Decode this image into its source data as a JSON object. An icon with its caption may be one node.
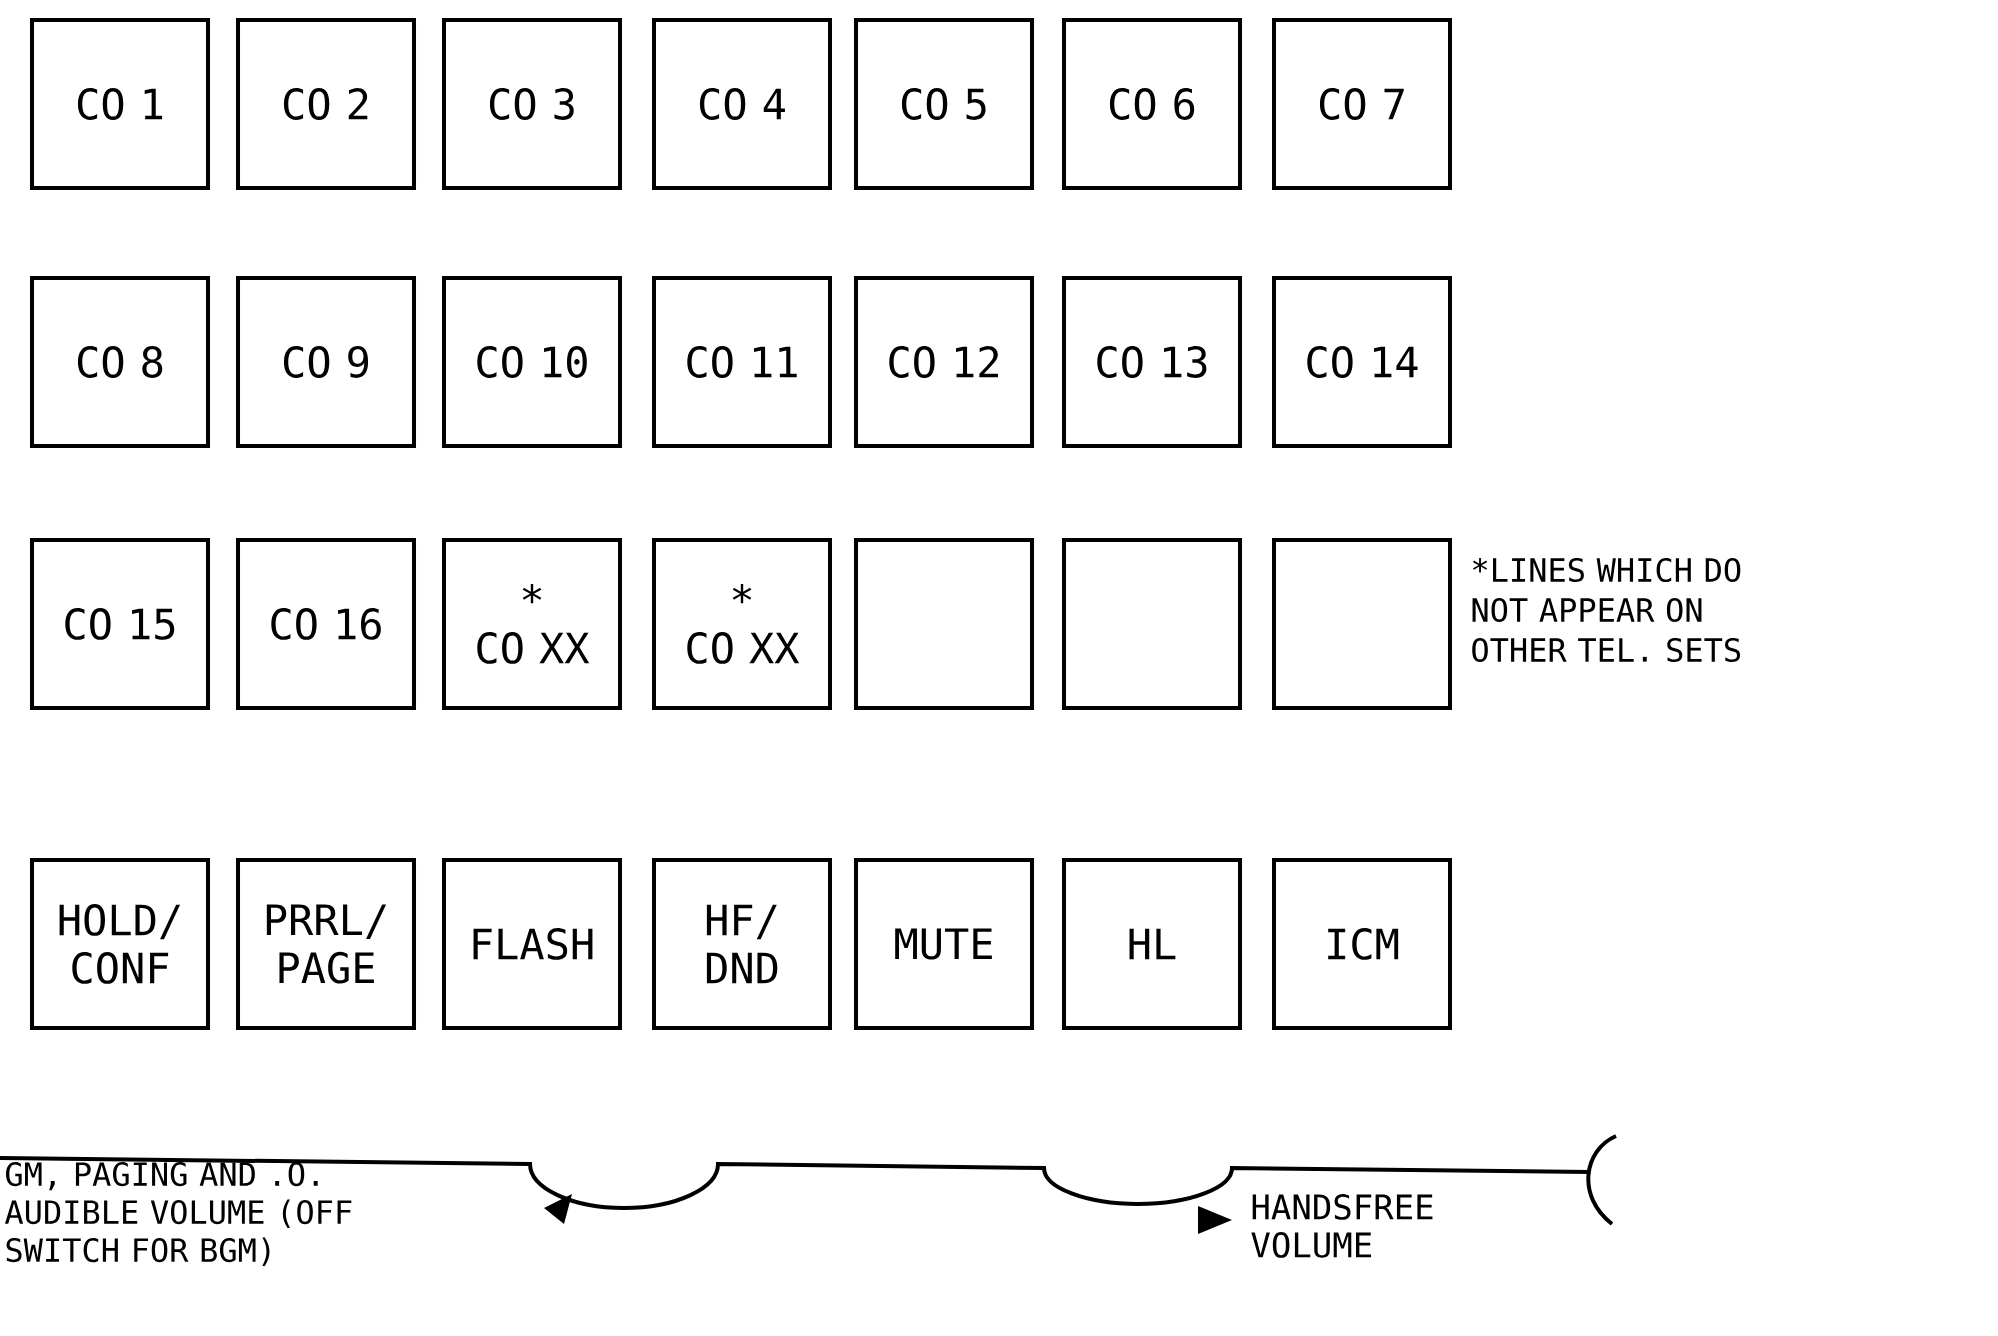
{
  "diagram": {
    "nodes": [
      {
        "text": [
          "CO 1"
        ]
      },
      {
        "text": [
          "CO 2"
        ]
      },
      {
        "text": [
          "CO 3"
        ]
      },
      {
        "text": [
          "CO 4"
        ]
      },
      {
        "text": [
          "CO 5"
        ]
      },
      {
        "text": [
          "CO 6"
        ]
      },
      {
        "text": [
          "CO 7"
        ]
      },
      {
        "text": [
          "CO 8"
        ]
      },
      {
        "text": [
          "CO 9"
        ]
      },
      {
        "text": [
          "CO 10"
        ]
      },
      {
        "text": [
          "CO 11"
        ]
      },
      {
        "text": [
          "CO 12"
        ]
      },
      {
        "text": [
          "CO 13"
        ]
      },
      {
        "text": [
          "CO 14"
        ]
      },
      {
        "text": [
          "CO 15"
        ]
      },
      {
        "text": [
          "CO 16"
        ]
      },
      {
        "text": [
          "*",
          "CO XX"
        ]
      },
      {
        "text": [
          "*",
          "CO XX"
        ]
      },
      {
        "text": [],
        "shape": "box"
      },
      {
        "text": [],
        "shape": "box"
      },
      {
        "text": [],
        "shape": "box"
      },
      {
        "text": [
          "HOLD/ CONF"
        ]
      },
      {
        "text": [
          "PRRL/ PAGE"
        ]
      },
      {
        "text": [
          "FLASH"
        ]
      },
      {
        "text": [
          "HF/ DND"
        ]
      },
      {
        "text": [
          "MUTE"
        ]
      },
      {
        "text": [
          "HL"
        ]
      },
      {
        "text": [
          "ICM"
        ]
      }
    ],
    "labels": [
      "*LINES WHICH DO NOT APPEAR ON OTHER TEL. SETS",
      "GM, PAGING AND .O. AUDIBLE VOLUME (OFF SWITCH FOR BGM)",
      "HANDSFREE VOLUME"
    ]
  }
}
